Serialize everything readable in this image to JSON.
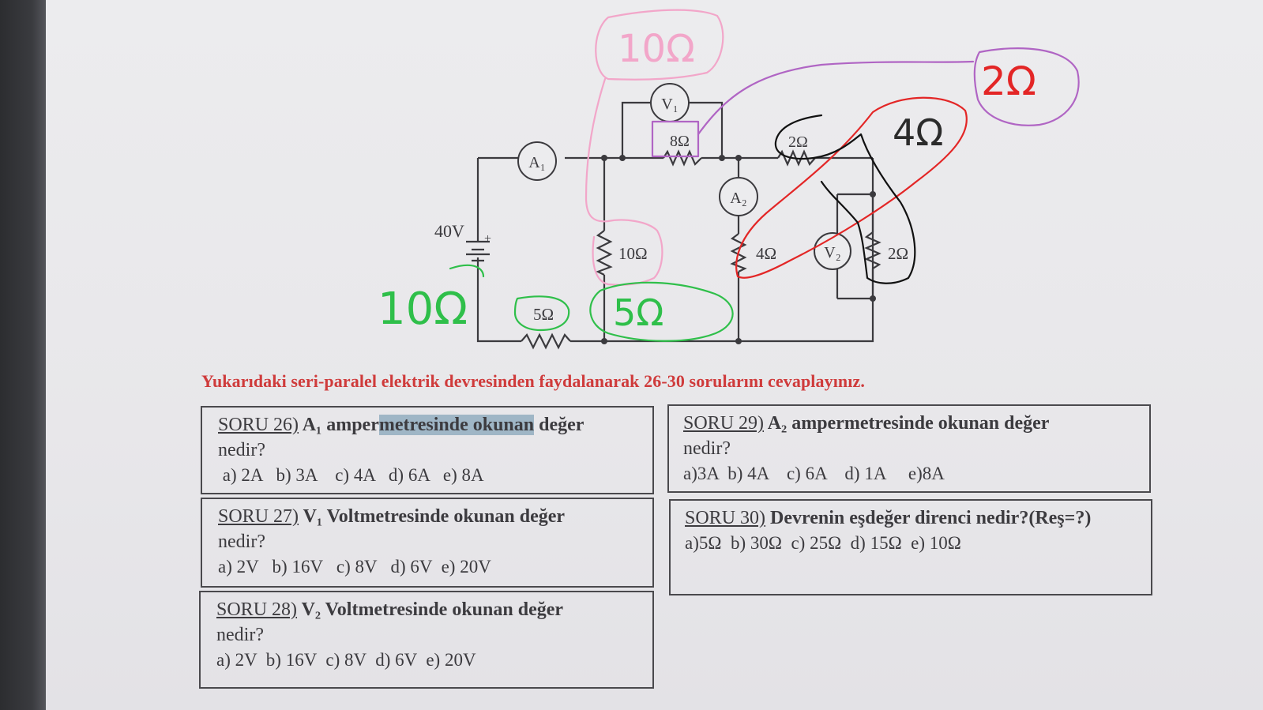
{
  "circuit": {
    "labels": {
      "battery": "40V",
      "battery_plus": "+",
      "r8": "8Ω",
      "r2_top": "2Ω",
      "r10": "10Ω",
      "r4": "4Ω",
      "r2_right": "2Ω",
      "r5": "5Ω",
      "a1": "A₁",
      "a2": "A₂",
      "v1": "V₁",
      "v2": "V₂"
    },
    "handwriting": {
      "pink": "10Ω",
      "purple": "2Ω",
      "red": "4Ω",
      "green_left": "10Ω",
      "green_right": "5Ω",
      "colors": {
        "pink": "#f2a6c9",
        "purple": "#b065c4",
        "red": "#e32626",
        "green": "#2fbf4a",
        "black": "#111111"
      }
    }
  },
  "instruction": "Yukarıdaki seri-paralel elektrik devresinden faydalanarak 26-30 sorularını cevaplayınız.",
  "questions": {
    "q26": {
      "number": "SORU 26)",
      "title_a": " A₁ amper",
      "title_hl": "metresinde okunan",
      "title_b": " değer",
      "line2": "nedir?",
      "options": " a) 2A   b) 3A    c) 4A   d) 6A   e) 8A"
    },
    "q27": {
      "number": "SORU 27)",
      "title": " V₁ Voltmetresinde okunan değer",
      "line2": "nedir?",
      "options": "a) 2V   b) 16V   c) 8V   d) 6V  e) 20V"
    },
    "q28": {
      "number": "SORU 28)",
      "title": " V₂ Voltmetresinde okunan değer",
      "line2": "nedir?",
      "options": "a) 2V  b) 16V  c) 8V  d) 6V  e) 20V"
    },
    "q29": {
      "number": "SORU 29)",
      "title": " A₂ ampermetresinde okunan değer",
      "line2": "nedir?",
      "options": "a)3A  b) 4A    c) 6A    d) 1A     e)8A"
    },
    "q30": {
      "number": "SORU 30)",
      "title": " Devrenin eşdeğer direnci nedir?(Reş=?)",
      "options": "a)5Ω  b) 30Ω  c) 25Ω  d) 15Ω  e) 10Ω"
    }
  }
}
